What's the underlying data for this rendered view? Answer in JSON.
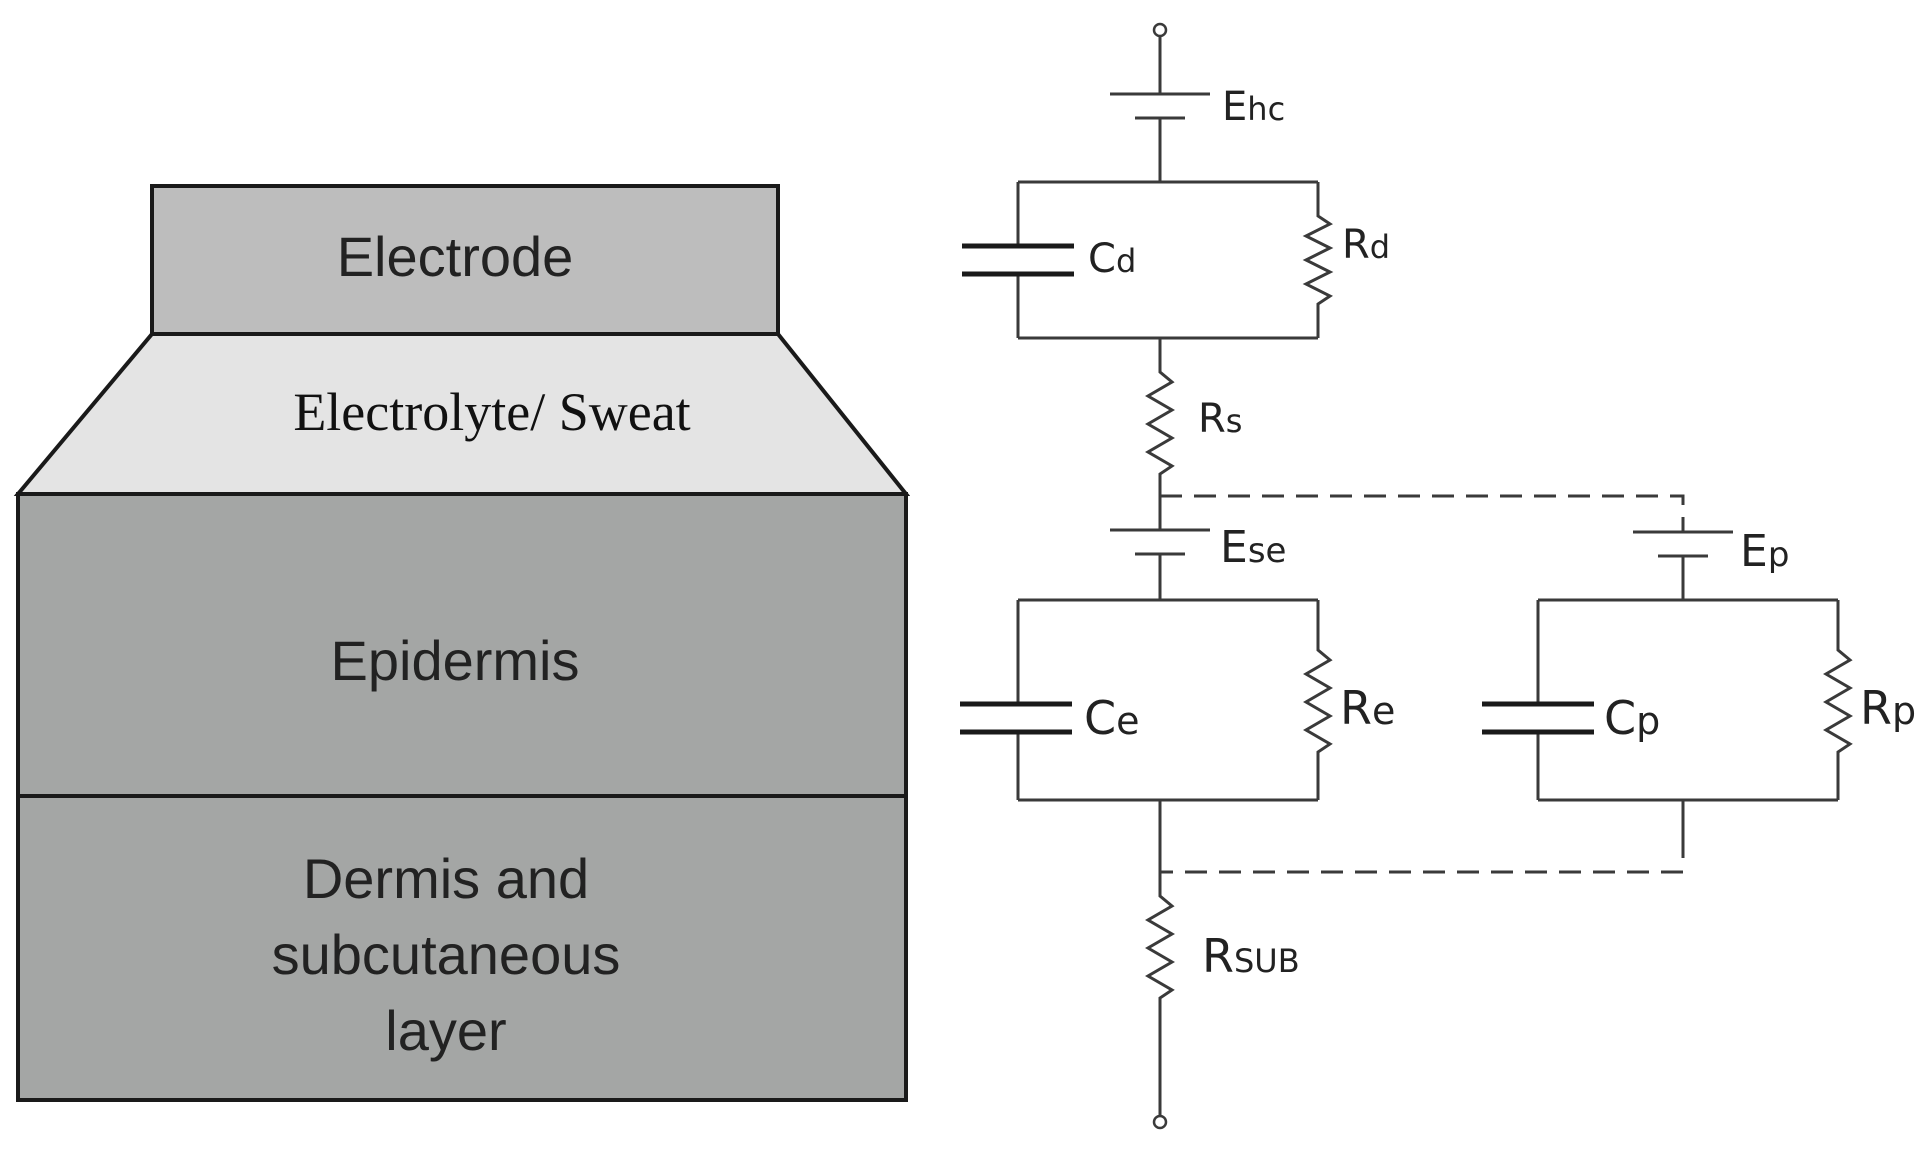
{
  "layers": {
    "electrode": {
      "label": "Electrode",
      "fill": "#bdbdbd"
    },
    "electrolyte": {
      "label": "Electrolyte/ Sweat",
      "fill": "#e4e4e4"
    },
    "epidermis": {
      "label": "Epidermis",
      "fill": "#a4a6a5"
    },
    "dermis": {
      "lines": [
        "Dermis and",
        "subcutaneous",
        "layer"
      ],
      "fill": "#a4a6a5"
    }
  },
  "circuit": {
    "ehc": {
      "main": "E",
      "sub": "hc"
    },
    "cd": {
      "main": "C",
      "sub": "d"
    },
    "rd": {
      "main": "R",
      "sub": "d"
    },
    "rs": {
      "main": "R",
      "sub": "s"
    },
    "ese": {
      "main": "E",
      "sub": "se"
    },
    "ep": {
      "main": "E",
      "sub": "p"
    },
    "ce": {
      "main": "C",
      "sub": "e"
    },
    "re": {
      "main": "R",
      "sub": "e"
    },
    "cp": {
      "main": "C",
      "sub": "p"
    },
    "rp": {
      "main": "R",
      "sub": "p"
    },
    "rsub": {
      "main": "R",
      "sub": "SUB"
    }
  }
}
